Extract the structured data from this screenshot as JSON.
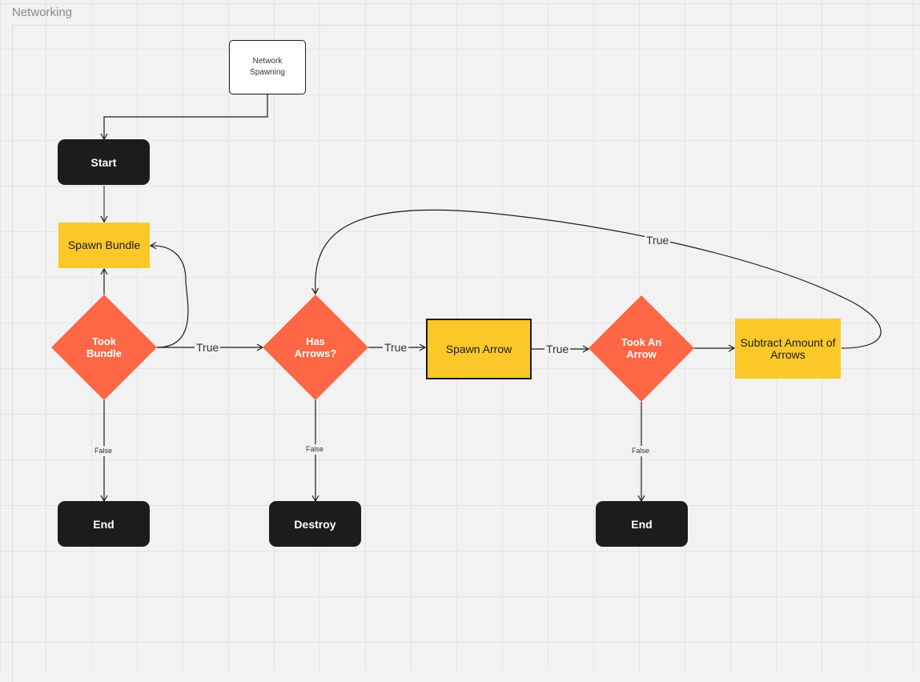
{
  "frame": {
    "title": "Networking"
  },
  "colors": {
    "terminal": "#1c1c1c",
    "process": "#fbc82a",
    "decision": "#fd6745",
    "canvas": "#f2f2f2"
  },
  "nodes": {
    "network_spawning": "Network\nSpawning",
    "start": "Start",
    "spawn_bundle": "Spawn Bundle",
    "took_bundle": "Took\nBundle",
    "has_arrows": "Has\nArrows?",
    "spawn_arrow": "Spawn Arrow",
    "took_an_arrow": "Took An\nArrow",
    "subtract_arrows": "Subtract Amount of\nArrows",
    "end_1": "End",
    "destroy": "Destroy",
    "end_2": "End"
  },
  "edges": {
    "true_took_bundle": "True",
    "true_has_arrows": "True",
    "true_spawn_arrow": "True",
    "true_loop": "True",
    "false_took_bundle": "False",
    "false_has_arrows": "False",
    "false_took_an_arrow": "False"
  }
}
